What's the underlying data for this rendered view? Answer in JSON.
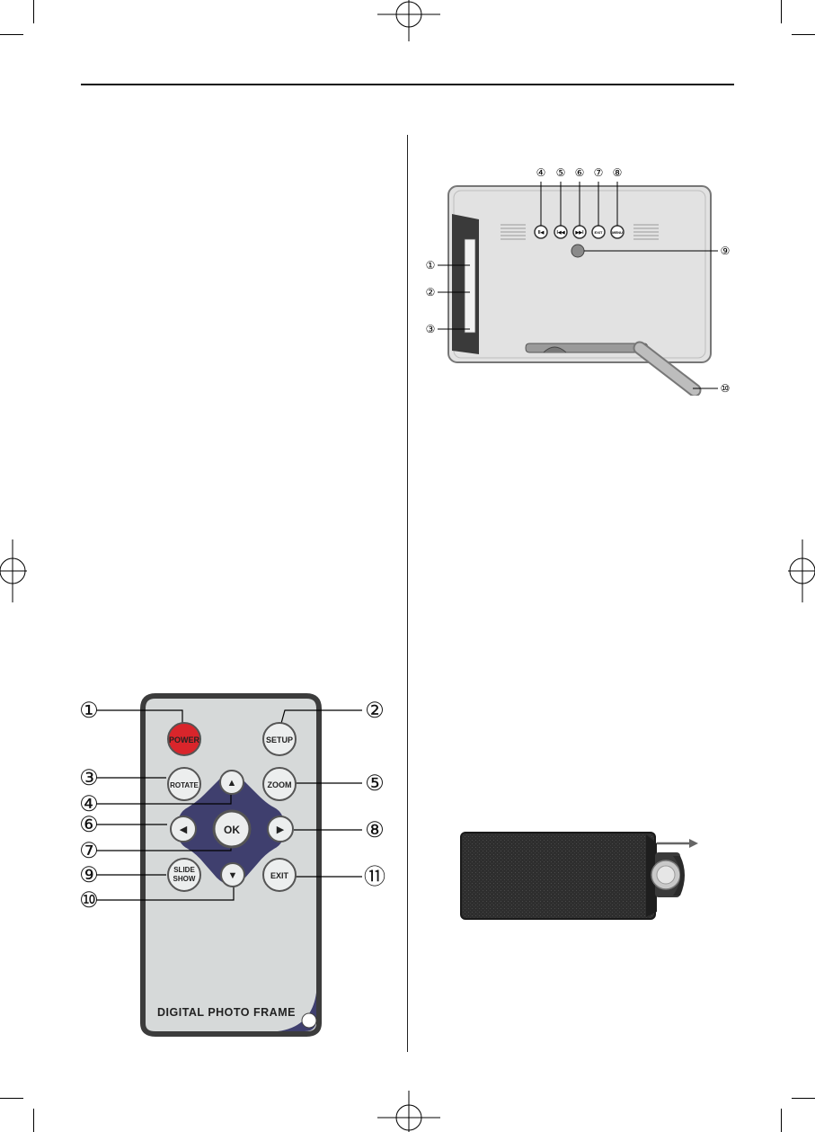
{
  "remote": {
    "callouts": [
      "①",
      "②",
      "③",
      "④",
      "⑤",
      "⑥",
      "⑦",
      "⑧",
      "⑨",
      "⑩",
      "⑪"
    ],
    "buttons": {
      "power": "POWER",
      "setup": "SETUP",
      "rotate": "ROTATE",
      "zoom": "ZOOM",
      "ok": "OK",
      "slide_line1": "SLIDE",
      "slide_line2": "SHOW",
      "exit": "EXIT",
      "up": "▲",
      "down": "▼",
      "left": "◀",
      "right": "▶"
    },
    "footer_label": "DIGITAL PHOTO FRAME"
  },
  "frame_back": {
    "callouts": [
      "①",
      "②",
      "③",
      "④",
      "⑤",
      "⑥",
      "⑦",
      "⑧",
      "⑨",
      "⑩"
    ],
    "button_glyphs": [
      "II◀",
      "I◀◀",
      "▶▶I",
      "EXIT",
      "MENU"
    ]
  },
  "colors": {
    "power_red": "#d9252b",
    "remote_gray": "#d6d9d9",
    "dpad_navy": "#3f3f6e",
    "frame_gray": "#e2e2e2"
  }
}
